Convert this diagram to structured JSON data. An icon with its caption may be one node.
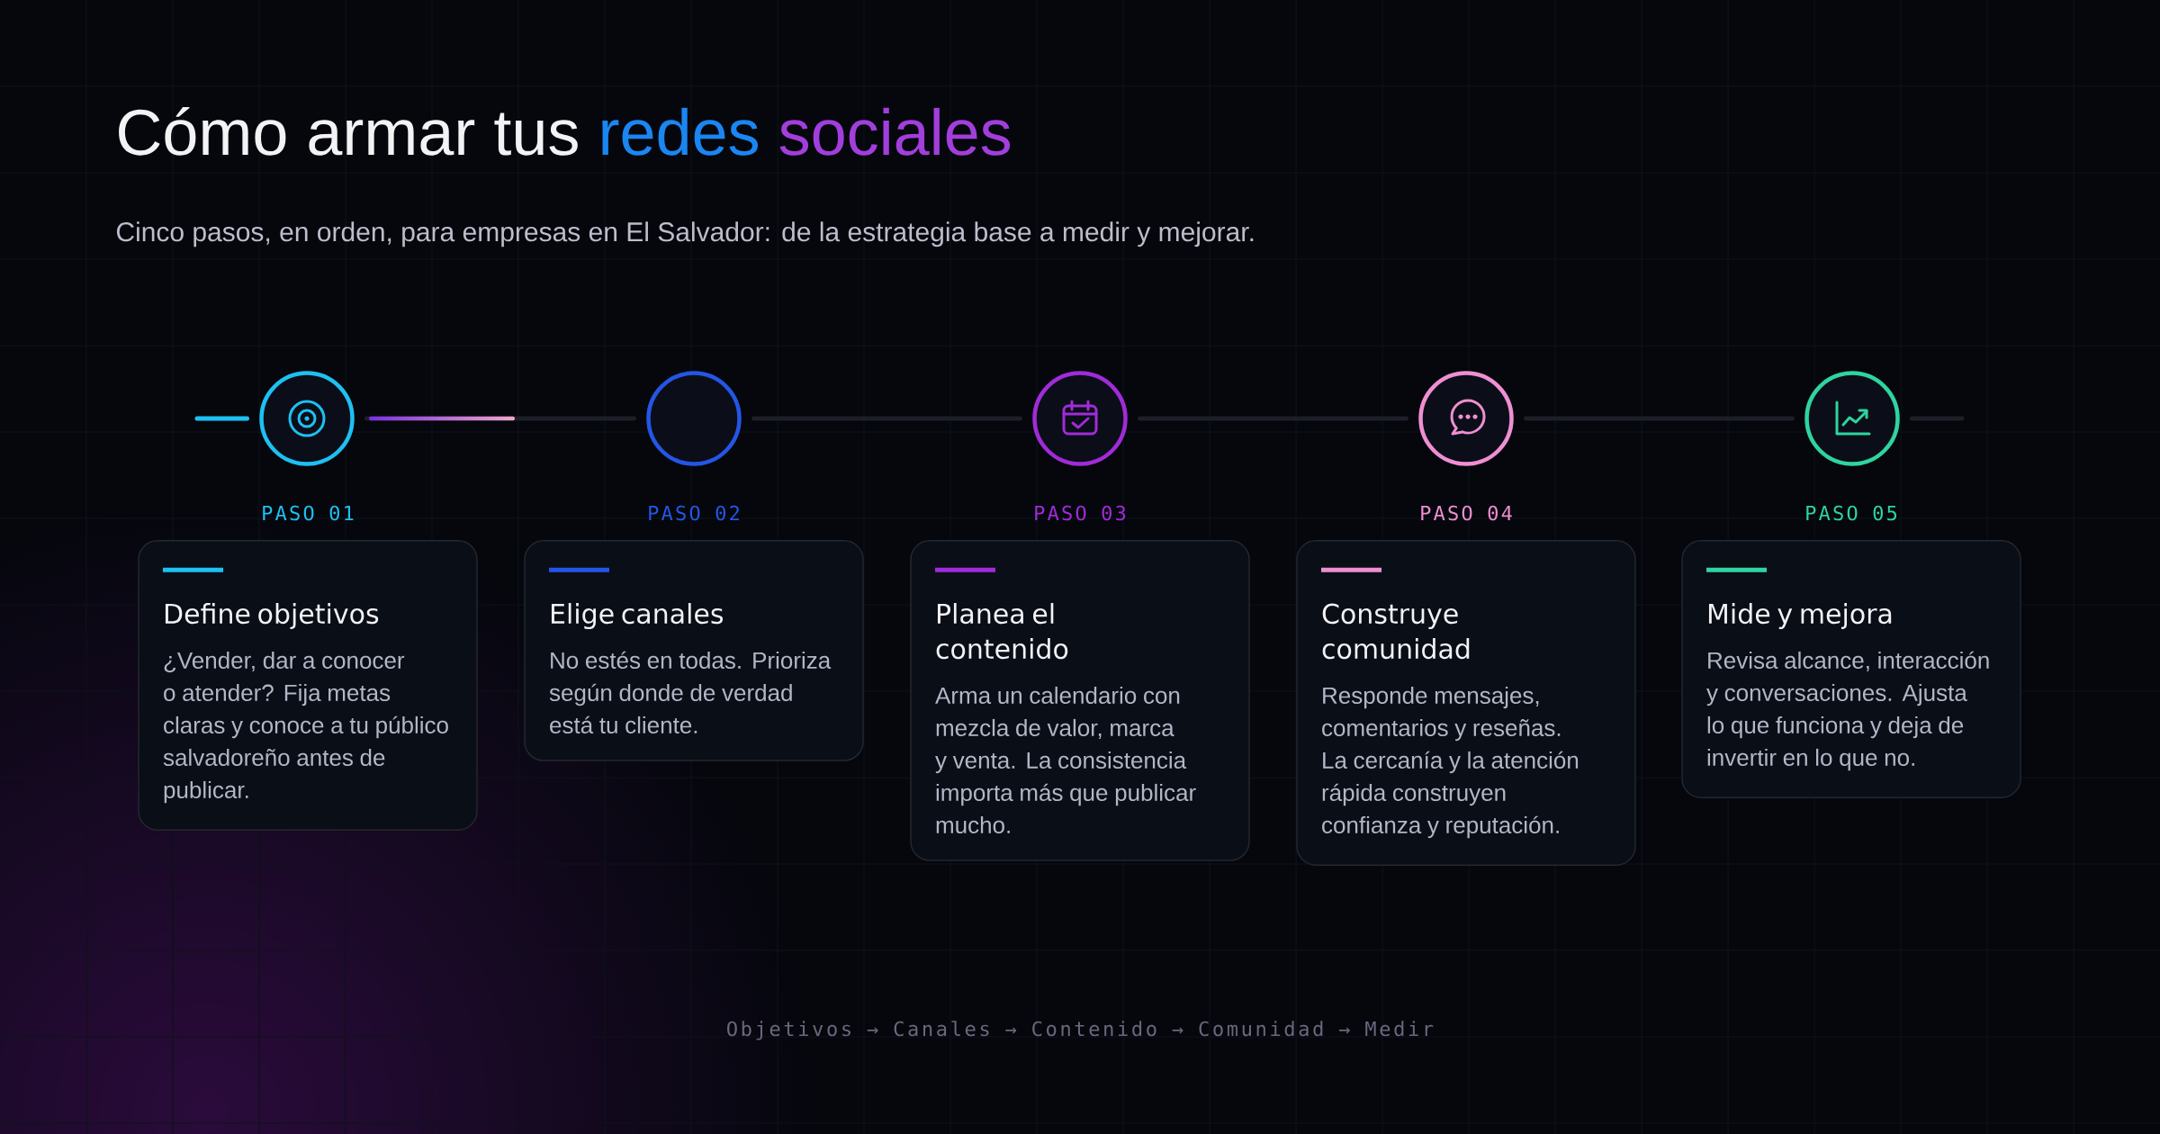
{
  "diagram": {
    "title": "Cómo armar tus **redes sociales**",
    "nodes": [
      {
        "text": [],
        "shape": "circle"
      },
      {
        "text": [],
        "shape": "circle"
      },
      {
        "text": [],
        "shape": "circle"
      },
      {
        "text": [],
        "shape": "circle"
      },
      {
        "text": [],
        "shape": "circle"
      },
      {
        "text": [
          "PASO 01",
          "Define objetivos",
          "¿Vender, dar a conocer o atender? Fija metas claras y conoce a tu público salvadoreño antes de publicar."
        ]
      },
      {
        "text": [
          "PASO 02",
          "Elige canales",
          "No estés en todas. Prioriza según donde de verdad está tu cliente."
        ]
      },
      {
        "text": [
          "PASO 03",
          "Planea el contenido",
          "Arma un calendario con mezcla de valor, marca y venta. La consistencia importa más que publicar mucho."
        ]
      },
      {
        "text": [
          "PASO 04",
          "Construye comunidad",
          "Responde mensajes, comentarios y reseñas. La cercanía y la atención rápida construyen confianza y reputación."
        ]
      },
      {
        "text": [
          "PASO 05",
          "Mide y mejora",
          "Revisa alcance, interacción y conversaciones. Ajusta lo que funciona y deja de invertir en lo que no."
        ]
      }
    ],
    "edges": [
      {
        "from": null,
        "to": 0,
        "arrow": "none",
        "color": "#1ec0f2"
      },
      {
        "from": 0,
        "to": 1,
        "arrow": "none"
      },
      {
        "from": 1,
        "to": 2,
        "arrow": "none"
      },
      {
        "from": 2,
        "to": 3,
        "arrow": "none"
      },
      {
        "from": 3,
        "to": 4,
        "arrow": "none"
      },
      {
        "from": 4,
        "to": null,
        "arrow": "none"
      }
    ],
    "labels": [
      "Cinco pasos, en orden, para empresas en El Salvador: de la estrategia base a medir y mejorar.",
      "Objetivos → Canales → Contenido → Comunidad → Medir"
    ]
  }
}
